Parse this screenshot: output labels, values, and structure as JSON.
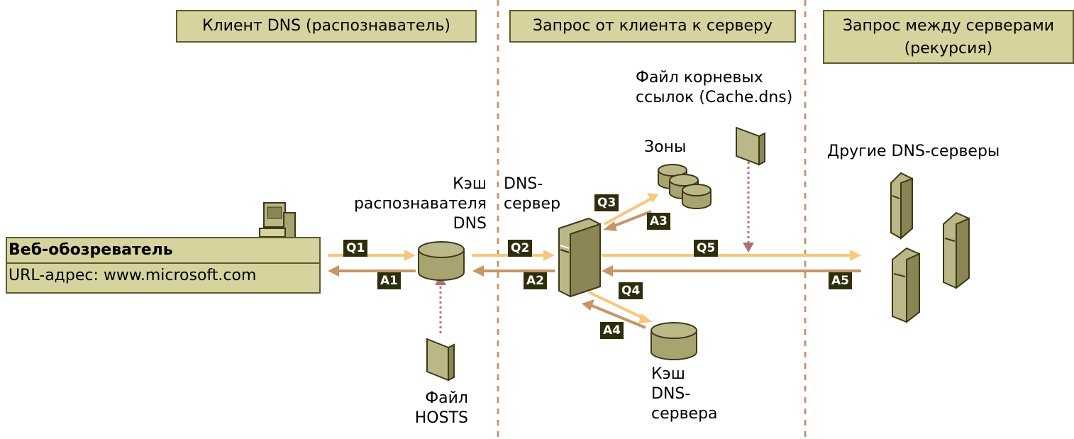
{
  "headers": {
    "client": "Клиент DNS (распознаватель)",
    "client_to_server": "Запрос от клиента к серверу",
    "between_servers_line1": "Запрос между серверами",
    "between_servers_line2": "(рекурсия)"
  },
  "browser": {
    "title": "Веб-обозреватель",
    "url": "URL-адрес: www.microsoft.com"
  },
  "labels": {
    "resolver_cache": "Кэш\nраспознавателя\nDNS",
    "dns_server": "DNS-\nсервер",
    "hosts_file": "Файл\nHOSTS",
    "root_hints": "Файл корневых\nссылок (Cache.dns)",
    "zones": "Зоны",
    "other_servers": "Другие DNS-серверы",
    "server_cache": "Кэш\nDNS-\nсервера"
  },
  "badges": {
    "q1": "Q1",
    "a1": "A1",
    "q2": "Q2",
    "a2": "A2",
    "q3": "Q3",
    "a3": "A3",
    "q4": "Q4",
    "a4": "A4",
    "q5": "Q5",
    "a5": "A5"
  },
  "colors": {
    "query_arrow": "#f7c77a",
    "answer_arrow": "#c99466",
    "header_fill": "#d6d39f",
    "badge_fill": "#2e2e0c",
    "divider": "#c8956e",
    "object_fill": "#bcb786",
    "object_dark": "#8a8552"
  }
}
